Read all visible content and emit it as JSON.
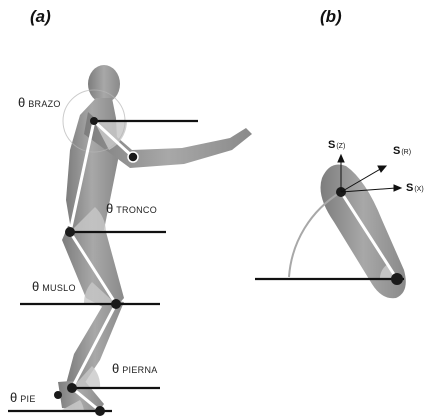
{
  "panels": {
    "a_label": "(a)",
    "b_label": "(b)"
  },
  "angles": {
    "brazo": {
      "symbol": "θ",
      "name": "BRAZO"
    },
    "tronco": {
      "symbol": "θ",
      "name": "TRONCO"
    },
    "muslo": {
      "symbol": "θ",
      "name": "MUSLO"
    },
    "pierna": {
      "symbol": "θ",
      "name": "PIERNA"
    },
    "pie": {
      "symbol": "θ",
      "name": "PIE"
    }
  },
  "vectors": {
    "z": {
      "symbol": "S",
      "sub": "(Z)"
    },
    "r": {
      "symbol": "S",
      "sub": "(R)"
    },
    "x": {
      "symbol": "S",
      "sub": "(X)"
    }
  },
  "colors": {
    "body": "#9a9a9a",
    "body_dark": "#6e6e6e",
    "joint": "#1a1a1a",
    "segment": "#ffffff",
    "angle_fill": "#c8c8c8"
  }
}
